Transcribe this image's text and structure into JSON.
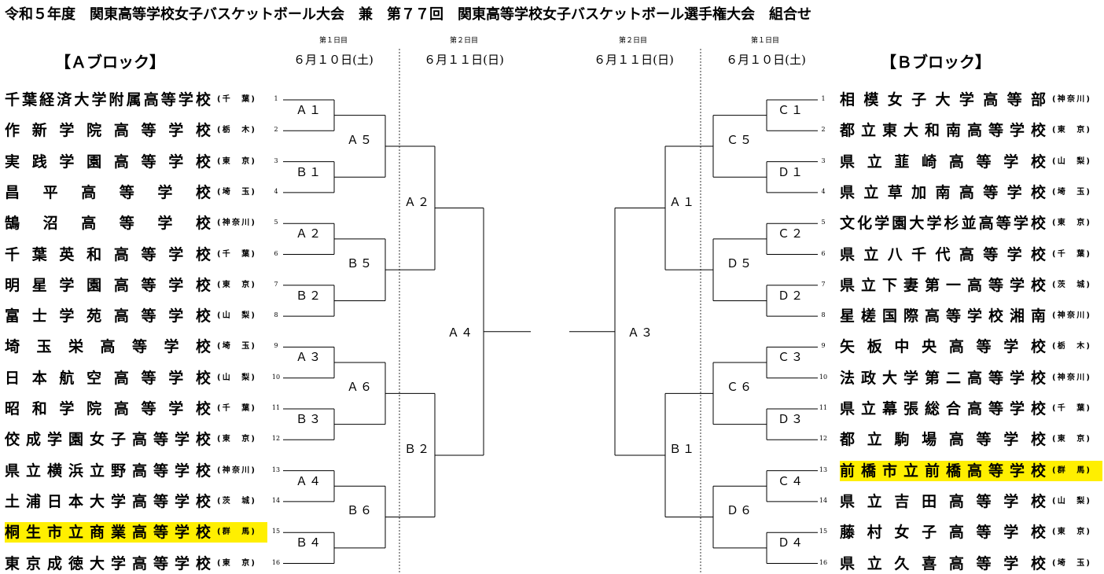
{
  "title": "令和５年度　関東高等学校女子バスケットボール大会　兼　第７７回　関東高等学校女子バスケットボール選手権大会　組合せ",
  "days": {
    "a_day1": "第１日目",
    "a_day2": "第２日目",
    "b_day2": "第２日目",
    "b_day1": "第１日目"
  },
  "dates": {
    "a_day1": "６月１０日(土)",
    "a_day2": "６月１１日(日)",
    "b_day2": "６月１１日(日)",
    "b_day1": "６月１０日(土)"
  },
  "block_a": {
    "label": "【Ａブロック】",
    "schools": [
      {
        "name": "千葉経済大学附属高等学校",
        "pref": "(千　葉)"
      },
      {
        "name": "作新学院高等学校",
        "pref": "(栃　木)"
      },
      {
        "name": "実践学園高等学校",
        "pref": "(東　京)"
      },
      {
        "name": "昌平高等学校",
        "pref": "(埼　玉)"
      },
      {
        "name": "鵠沼高等学校",
        "pref": "(神奈川)"
      },
      {
        "name": "千葉英和高等学校",
        "pref": "(千　葉)"
      },
      {
        "name": "明星学園高等学校",
        "pref": "(東　京)"
      },
      {
        "name": "富士学苑高等学校",
        "pref": "(山　梨)"
      },
      {
        "name": "埼玉栄高等学校",
        "pref": "(埼　玉)"
      },
      {
        "name": "日本航空高等学校",
        "pref": "(山　梨)"
      },
      {
        "name": "昭和学院高等学校",
        "pref": "(千　葉)"
      },
      {
        "name": "佼成学園女子高等学校",
        "pref": "(東　京)"
      },
      {
        "name": "県立横浜立野高等学校",
        "pref": "(神奈川)"
      },
      {
        "name": "土浦日本大学高等学校",
        "pref": "(茨　城)"
      },
      {
        "name": "桐生市立商業高等学校",
        "pref": "(群　馬)"
      },
      {
        "name": "東京成徳大学高等学校",
        "pref": "(東　京)"
      }
    ],
    "numbers": [
      "1",
      "2",
      "3",
      "4",
      "5",
      "6",
      "7",
      "8",
      "9",
      "10",
      "11",
      "12",
      "13",
      "14",
      "15",
      "16"
    ],
    "r1": [
      "Ａ１",
      "Ｂ１",
      "Ａ２",
      "Ｂ２",
      "Ａ３",
      "Ｂ３",
      "Ａ４",
      "Ｂ４"
    ],
    "r2": [
      "Ａ５",
      "Ｂ５",
      "Ａ６",
      "Ｂ６"
    ],
    "r3": [
      "Ａ２",
      "Ｂ２"
    ],
    "r4": "Ａ４"
  },
  "block_b": {
    "label": "【Ｂブロック】",
    "schools": [
      {
        "name": "相模女子大学高等部",
        "pref": "(神奈川)"
      },
      {
        "name": "都立東大和南高等学校",
        "pref": "(東　京)"
      },
      {
        "name": "県立韮崎高等学校",
        "pref": "(山　梨)"
      },
      {
        "name": "県立草加南高等学校",
        "pref": "(埼　玉)"
      },
      {
        "name": "文化学園大学杉並高等学校",
        "pref": "(東　京)"
      },
      {
        "name": "県立八千代高等学校",
        "pref": "(千　葉)"
      },
      {
        "name": "県立下妻第一高等学校",
        "pref": "(茨　城)"
      },
      {
        "name": "星槎国際高等学校湘南",
        "pref": "(神奈川)"
      },
      {
        "name": "矢板中央高等学校",
        "pref": "(栃　木)"
      },
      {
        "name": "法政大学第二高等学校",
        "pref": "(神奈川)"
      },
      {
        "name": "県立幕張総合高等学校",
        "pref": "(千　葉)"
      },
      {
        "name": "都立駒場高等学校",
        "pref": "(東　京)"
      },
      {
        "name": "前橋市立前橋高等学校",
        "pref": "(群　馬)"
      },
      {
        "name": "県立吉田高等学校",
        "pref": "(山　梨)"
      },
      {
        "name": "藤村女子高等学校",
        "pref": "(東　京)"
      },
      {
        "name": "県立久喜高等学校",
        "pref": "(埼　玉)"
      }
    ],
    "numbers": [
      "1",
      "2",
      "3",
      "4",
      "5",
      "6",
      "7",
      "8",
      "9",
      "10",
      "11",
      "12",
      "13",
      "14",
      "15",
      "16"
    ],
    "r1": [
      "Ｃ１",
      "Ｄ１",
      "Ｃ２",
      "Ｄ２",
      "Ｃ３",
      "Ｄ３",
      "Ｃ４",
      "Ｄ４"
    ],
    "r2": [
      "Ｃ５",
      "Ｄ５",
      "Ｃ６",
      "Ｄ６"
    ],
    "r3": [
      "Ａ１",
      "Ｂ１"
    ],
    "r4": "Ａ３"
  },
  "highlight_color": "#ffef00"
}
